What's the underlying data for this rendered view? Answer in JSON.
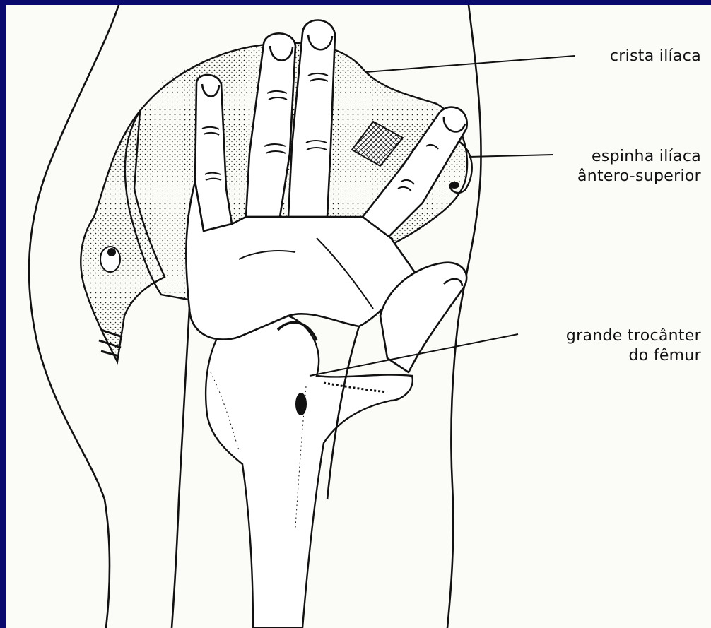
{
  "labels": {
    "crista": {
      "line1": "crista ilíaca"
    },
    "espinha": {
      "line1": "espinha ilíaca",
      "line2": "ântero-superior"
    },
    "trocanter": {
      "line1": "grande trocânter",
      "line2": "do fêmur"
    }
  },
  "colors": {
    "frame_border": "#0a0a6e",
    "paper": "#fbfbf8",
    "ink": "#111111"
  },
  "figure_icons": [
    "hand-icon",
    "hip-bone-icon",
    "femur-icon",
    "body-outline-icon"
  ]
}
